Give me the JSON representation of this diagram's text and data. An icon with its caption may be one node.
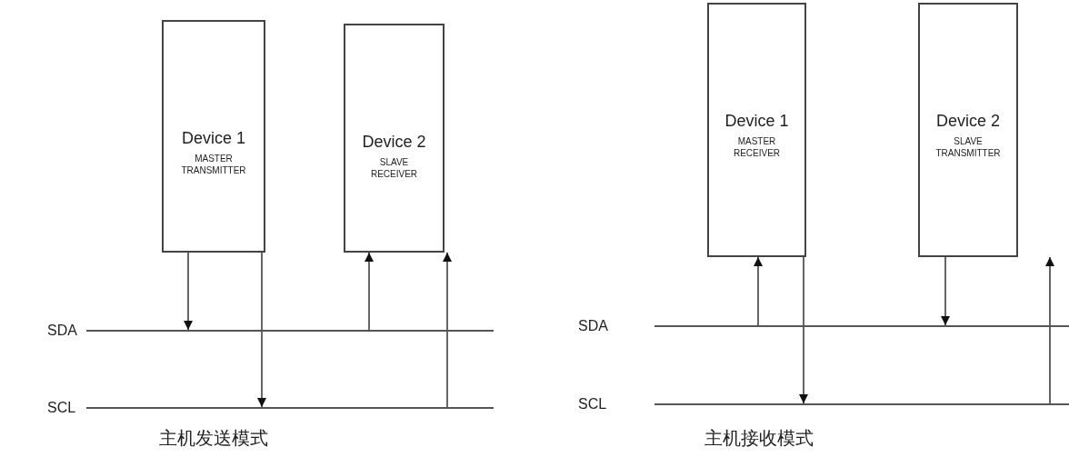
{
  "diagram": {
    "nodes": [
      {
        "text": [
          "Device 1",
          "MASTER TRANSMITTER"
        ]
      },
      {
        "text": [
          "Device 2",
          "SLAVE RECEIVER"
        ]
      },
      {
        "text": [],
        "shape": "bar",
        "beside": [
          "SDA"
        ]
      },
      {
        "text": [],
        "shape": "bar",
        "beside": [
          "SCL"
        ]
      },
      {
        "text": [
          "Device 1",
          "MASTER RECEIVER"
        ]
      },
      {
        "text": [
          "Device 2",
          "SLAVE TRANSMITTER"
        ]
      },
      {
        "text": [],
        "shape": "bar",
        "beside": [
          "SDA"
        ]
      },
      {
        "text": [],
        "shape": "bar",
        "beside": [
          "SCL"
        ]
      }
    ],
    "edges": [
      {
        "from": 0,
        "to": 2,
        "arrow": "to"
      },
      {
        "from": 0,
        "to": 3,
        "arrow": "to"
      },
      {
        "from": 2,
        "to": 1,
        "arrow": "to"
      },
      {
        "from": 3,
        "to": 1,
        "arrow": "to"
      },
      {
        "from": 6,
        "to": 4,
        "arrow": "to"
      },
      {
        "from": 4,
        "to": 7,
        "arrow": "to"
      },
      {
        "from": 5,
        "to": 6,
        "arrow": "to"
      },
      {
        "from": 7,
        "to": 5,
        "arrow": "to"
      }
    ],
    "labels": [
      "主机发送模式",
      "主机接收模式"
    ]
  }
}
